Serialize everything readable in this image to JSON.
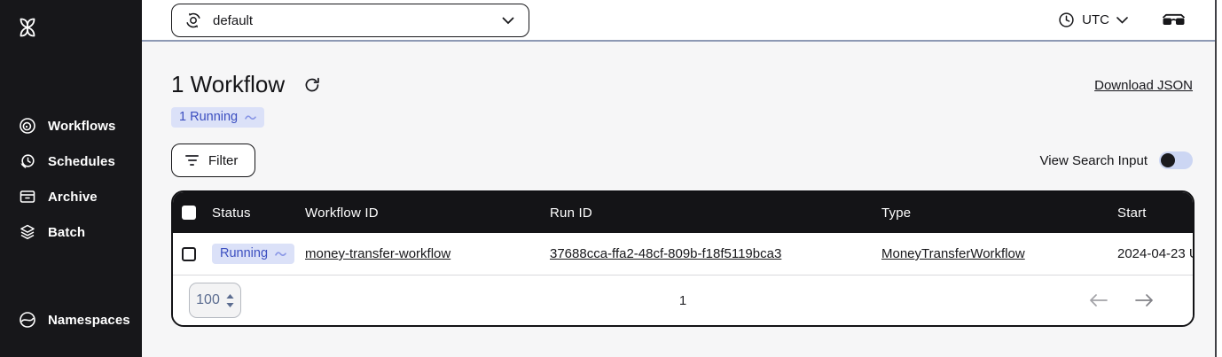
{
  "colors": {
    "sidebar_bg": "#17171a",
    "topbar_divider": "#8d99b4",
    "running_badge_bg": "#dbe1f8",
    "running_badge_text": "#3c4fc0",
    "table_header_bg": "#141417",
    "toggle_track": "#ccd6f3",
    "toggle_knob": "#1a1a1e",
    "content_bg": "#f6f6f7"
  },
  "icons": {
    "logo": "temporal-logo",
    "namespace_selector": "namespace-orbit-icon",
    "timezone": "clock-icon",
    "labs": "glasses-icon",
    "refresh": "refresh-icon",
    "running_pulse": "pulse-wave-icon",
    "filter": "filter-lines-icon",
    "page_size_stepper": "up-down-stepper-icon",
    "prev_page": "arrow-left-icon",
    "next_page": "arrow-right-icon"
  },
  "sidebar": {
    "items": [
      {
        "icon": "workflows-icon",
        "label": "Workflows"
      },
      {
        "icon": "schedules-icon",
        "label": "Schedules"
      },
      {
        "icon": "archive-icon",
        "label": "Archive"
      },
      {
        "icon": "batch-icon",
        "label": "Batch"
      }
    ],
    "bottom_items": [
      {
        "icon": "namespaces-icon",
        "label": "Namespaces"
      }
    ]
  },
  "topbar": {
    "namespace_selector": {
      "value": "default"
    },
    "timezone": {
      "value": "UTC"
    }
  },
  "page": {
    "title": "1 Workflow",
    "running_count_badge": "1 Running",
    "download_json_label": "Download JSON",
    "filter_button_label": "Filter",
    "view_search_input_label": "View Search Input",
    "view_search_input_on": false
  },
  "table": {
    "columns": [
      "Status",
      "Workflow ID",
      "Run ID",
      "Type",
      "Start"
    ],
    "rows": [
      {
        "status": "Running",
        "workflow_id": "money-transfer-workflow",
        "run_id": "37688cca-ffa2-48cf-809b-f18f5119bca3",
        "type": "MoneyTransferWorkflow",
        "start": "2024-04-23 U"
      }
    ],
    "pagination": {
      "page_size": "100",
      "current_page": "1"
    }
  }
}
